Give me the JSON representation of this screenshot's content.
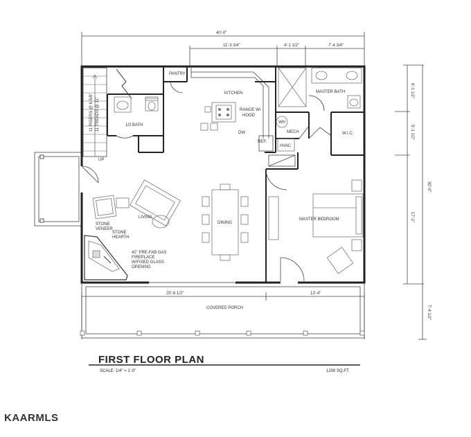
{
  "title": "FIRST FLOOR PLAN",
  "scale": "SCALE:   1/4\" = 1'-0\"",
  "area": "1200 SQ.FT.",
  "watermark": "KAARMLS",
  "dimensions": {
    "overall_width": "40'-0\"",
    "kitchen_width": "11'-3 3/4\"",
    "mech_width": "4'-1 1/2\"",
    "bath_width": "7'-4 3/4\"",
    "overall_depth": "30'-0\"",
    "bath_depth": "6'-1 1/2\"",
    "wic_depth": "5'-1 1/2\"",
    "bedroom_depth": "17'-1\"",
    "porch_depth": "7'-4 1/2\"",
    "living_width": "25'-8 1/2\"",
    "bedroom_width": "13'-4\""
  },
  "rooms": {
    "pantry": "PANTRY",
    "kitchen": "KITCHEN",
    "range": "RANGE W/",
    "hood": "HOOD",
    "dw": "DW",
    "ref": "REF.",
    "half_bath": "1/2 BATH",
    "master_bath": "MASTER BATH",
    "wh": "WH",
    "mech": "MECH",
    "hvac": "HVAC",
    "wic": "W.I.C.",
    "living": "LIVING",
    "dining": "DINING",
    "master_bedroom": "MASTER BEDROOM",
    "covered_porch": "COVERED PORCH",
    "stone_veneer_1": "STONE",
    "stone_veneer_2": "VENEER",
    "stone_hearth_1": "STONE",
    "stone_hearth_2": "HEARTH",
    "fireplace_1": "42\" PRE-FAB GAS",
    "fireplace_2": "FIREPLACE",
    "fireplace_3": "W/FIXED GLASS",
    "fireplace_4": "OPENING",
    "up": "UP",
    "stairs_1": "11 RISERS @ 6 5/8\"",
    "stairs_2": "11 TREADS @ 11\""
  }
}
